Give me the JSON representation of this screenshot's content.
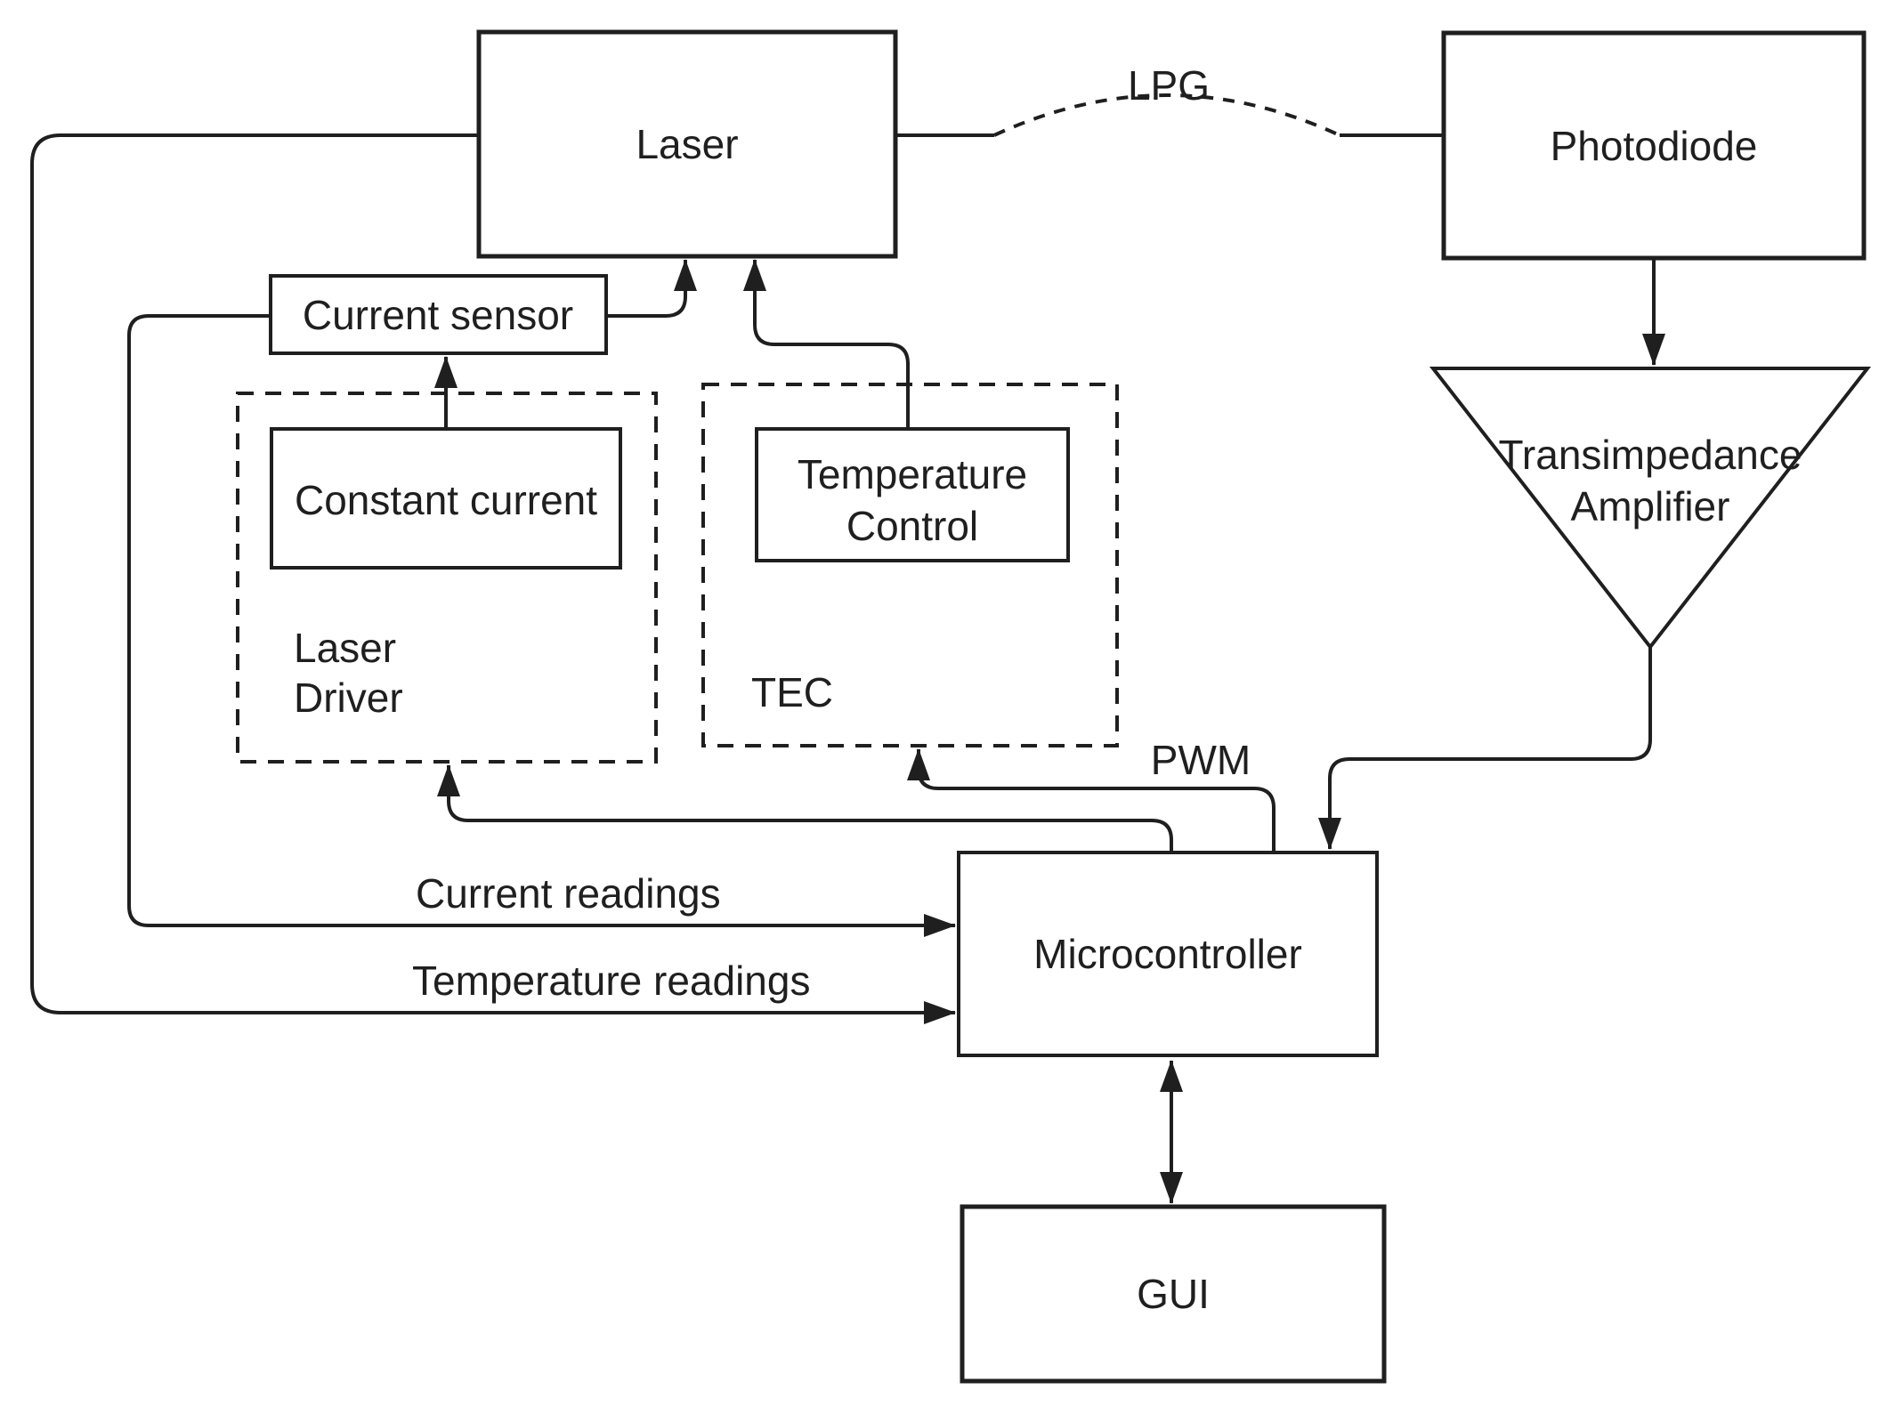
{
  "colors": {
    "ink": "#1f1f1f",
    "background": "#ffffff"
  },
  "nodes": {
    "laser": {
      "label": "Laser"
    },
    "photodiode": {
      "label": "Photodiode"
    },
    "current_sensor": {
      "label": "Current sensor"
    },
    "constant_current": {
      "label": "Constant current"
    },
    "temperature_control": {
      "line1": "Temperature",
      "line2": "Control"
    },
    "transimpedance_amplifier": {
      "line1": "Transimpedance",
      "line2": "Amplifier"
    },
    "laser_driver": {
      "line1": "Laser",
      "line2": "Driver"
    },
    "tec": {
      "label": "TEC"
    },
    "microcontroller": {
      "label": "Microcontroller"
    },
    "gui": {
      "label": "GUI"
    }
  },
  "edge_labels": {
    "lpg": "LPG",
    "pwm": "PWM",
    "current_readings": "Current readings",
    "temperature_readings": "Temperature readings"
  },
  "edges": [
    {
      "from": "constant_current",
      "to": "current_sensor",
      "style": "solid-arrow"
    },
    {
      "from": "current_sensor",
      "to": "laser",
      "style": "solid-arrow"
    },
    {
      "from": "temperature_control",
      "to": "laser",
      "style": "solid-arrow"
    },
    {
      "from": "laser",
      "to": "photodiode",
      "style": "dashed-curve",
      "label": "LPG"
    },
    {
      "from": "photodiode",
      "to": "transimpedance_amplifier",
      "style": "solid-arrow"
    },
    {
      "from": "transimpedance_amplifier",
      "to": "microcontroller",
      "style": "solid-arrow"
    },
    {
      "from": "microcontroller",
      "to": "tec",
      "style": "solid-arrow",
      "label": "PWM"
    },
    {
      "from": "microcontroller",
      "to": "laser_driver",
      "style": "solid-arrow",
      "label": "PWM"
    },
    {
      "from": "current_sensor",
      "to": "microcontroller",
      "style": "solid-arrow",
      "label": "Current readings"
    },
    {
      "from": "laser",
      "to": "microcontroller",
      "style": "solid-arrow",
      "label": "Temperature readings"
    },
    {
      "from": "microcontroller",
      "to": "gui",
      "style": "bidirectional-arrow"
    }
  ]
}
